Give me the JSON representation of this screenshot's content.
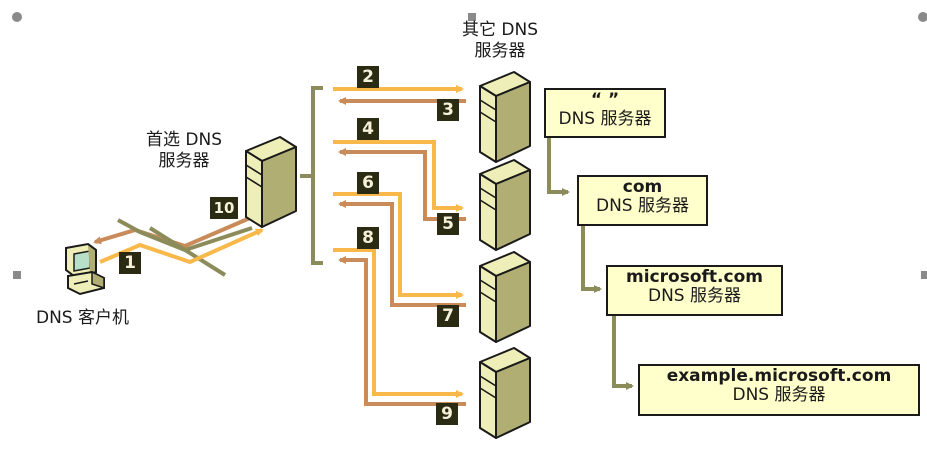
{
  "diagram": {
    "colors": {
      "query_arrow": "#f8b84a",
      "response_arrow": "#c98b5a",
      "connector": "#8c8c5a",
      "badge_bg": "#2b2a12",
      "badge_text": "#f4f1d8",
      "box_fill": "#ffffcc",
      "server_light": "#eeeeb8",
      "server_dark": "#b0ae72"
    },
    "nodes": {
      "client": {
        "label": "DNS 客户机"
      },
      "preferred_server": {
        "label_line1": "首选 DNS",
        "label_line2": "服务器"
      },
      "other_servers": {
        "label_line1": "其它 DNS",
        "label_line2": "服务器"
      }
    },
    "hierarchy": [
      {
        "zone": "“ ”",
        "label": "DNS 服务器"
      },
      {
        "zone": "com",
        "label": "DNS 服务器"
      },
      {
        "zone": "microsoft.com",
        "label": "DNS 服务器"
      },
      {
        "zone": "example.microsoft.com",
        "label": "DNS 服务器"
      }
    ],
    "steps": [
      "1",
      "2",
      "3",
      "4",
      "5",
      "6",
      "7",
      "8",
      "9",
      "10"
    ]
  }
}
